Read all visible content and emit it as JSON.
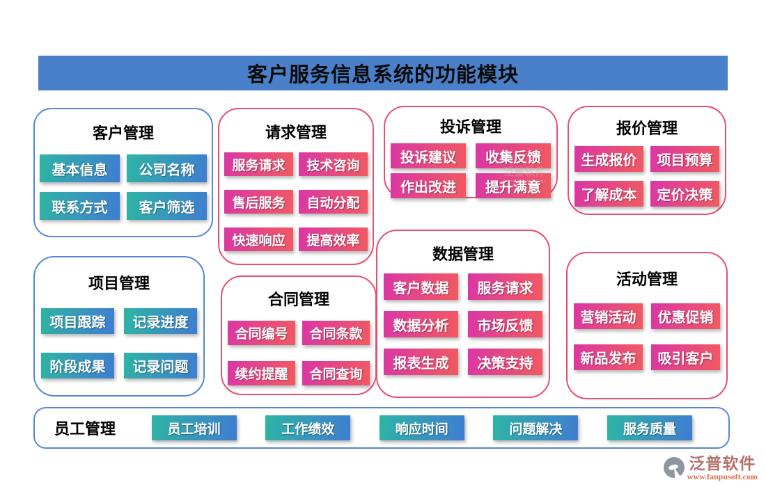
{
  "title": "客户服务信息系统的功能模块",
  "colors": {
    "banner_blue": "#4a80c9",
    "blue_border": "#5585d8",
    "pink_border": "#ea4e6e",
    "teal_button_gradient": [
      "#2eb4a4",
      "#3f7dd1"
    ],
    "pink_button_gradient": [
      "#da37a4",
      "#f25a60"
    ],
    "button_text": "#ffffff",
    "title_text": "#000000"
  },
  "modules": [
    {
      "id": "customer",
      "title": "客户管理",
      "theme": "blue",
      "buttons": [
        "基本信息",
        "公司名称",
        "联系方式",
        "客户筛选"
      ]
    },
    {
      "id": "request",
      "title": "请求管理",
      "theme": "pink",
      "buttons": [
        "服务请求",
        "技术咨询",
        "售后服务",
        "自动分配",
        "快速响应",
        "提高效率"
      ]
    },
    {
      "id": "complaint",
      "title": "投诉管理",
      "theme": "pink",
      "buttons": [
        "投诉建议",
        "收集反馈",
        "作出改进",
        "提升满意"
      ]
    },
    {
      "id": "quote",
      "title": "报价管理",
      "theme": "pink",
      "buttons": [
        "生成报价",
        "项目预算",
        "了解成本",
        "定价决策"
      ]
    },
    {
      "id": "project",
      "title": "项目管理",
      "theme": "blue",
      "buttons": [
        "项目跟踪",
        "记录进度",
        "阶段成果",
        "记录问题"
      ]
    },
    {
      "id": "contract",
      "title": "合同管理",
      "theme": "pink",
      "buttons": [
        "合同编号",
        "合同条款",
        "续约提醒",
        "合同查询"
      ]
    },
    {
      "id": "data",
      "title": "数据管理",
      "theme": "pink",
      "buttons": [
        "客户数据",
        "服务请求",
        "数据分析",
        "市场反馈",
        "报表生成",
        "决策支持"
      ]
    },
    {
      "id": "activity",
      "title": "活动管理",
      "theme": "pink",
      "buttons": [
        "营销活动",
        "优惠促销",
        "新品发布",
        "吸引客户"
      ]
    }
  ],
  "employee_bar": {
    "title": "员工管理",
    "buttons": [
      "员工培训",
      "工作绩效",
      "响应时间",
      "问题解决",
      "服务质量"
    ]
  },
  "watermark": {
    "main": "泛普软件",
    "sub": "www.fanpusoft.com"
  },
  "footer": {
    "brand": "泛普软件",
    "url": "www.fanpusoft.com",
    "icon": "fanpu-logo-icon"
  }
}
